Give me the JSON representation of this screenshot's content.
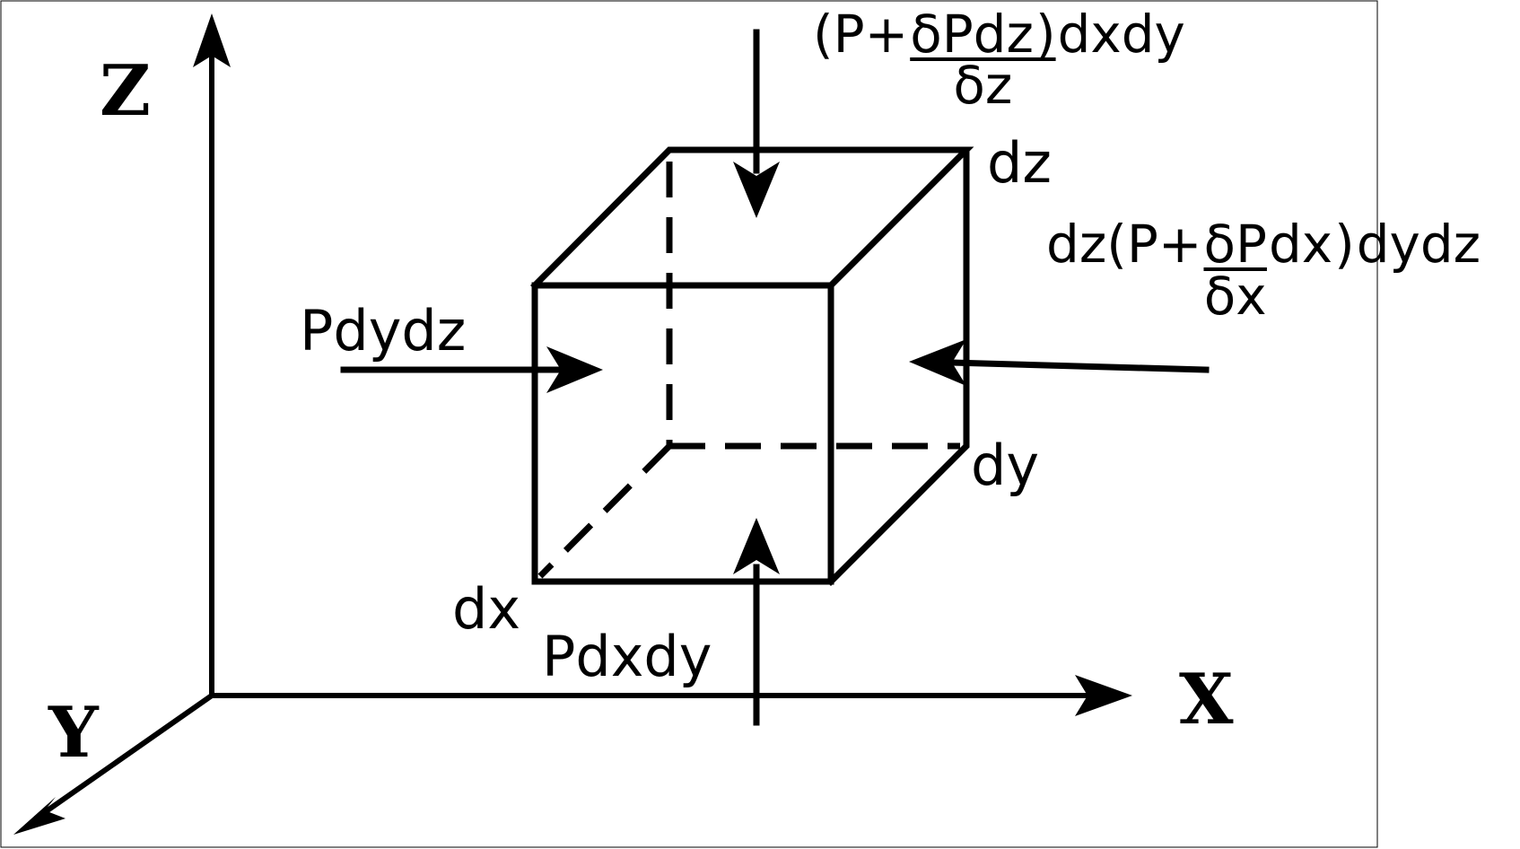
{
  "axes": {
    "z_label": "Z",
    "x_label": "X",
    "y_label": "Y"
  },
  "edges": {
    "dz_label": "dz",
    "dy_label": "dy",
    "dx_label": "dx"
  },
  "forces": {
    "top": {
      "prefix": "(P+",
      "numerator": "δPdz",
      "close": ")",
      "suffix": "dxdy",
      "denominator": "δz"
    },
    "right": {
      "prefix": "dz(P+",
      "numerator": "δP",
      "middle": "dx",
      "close": ")",
      "suffix": "dydz",
      "denominator": "δx"
    },
    "left": "Pdydz",
    "bottom": "Pdxdy"
  }
}
